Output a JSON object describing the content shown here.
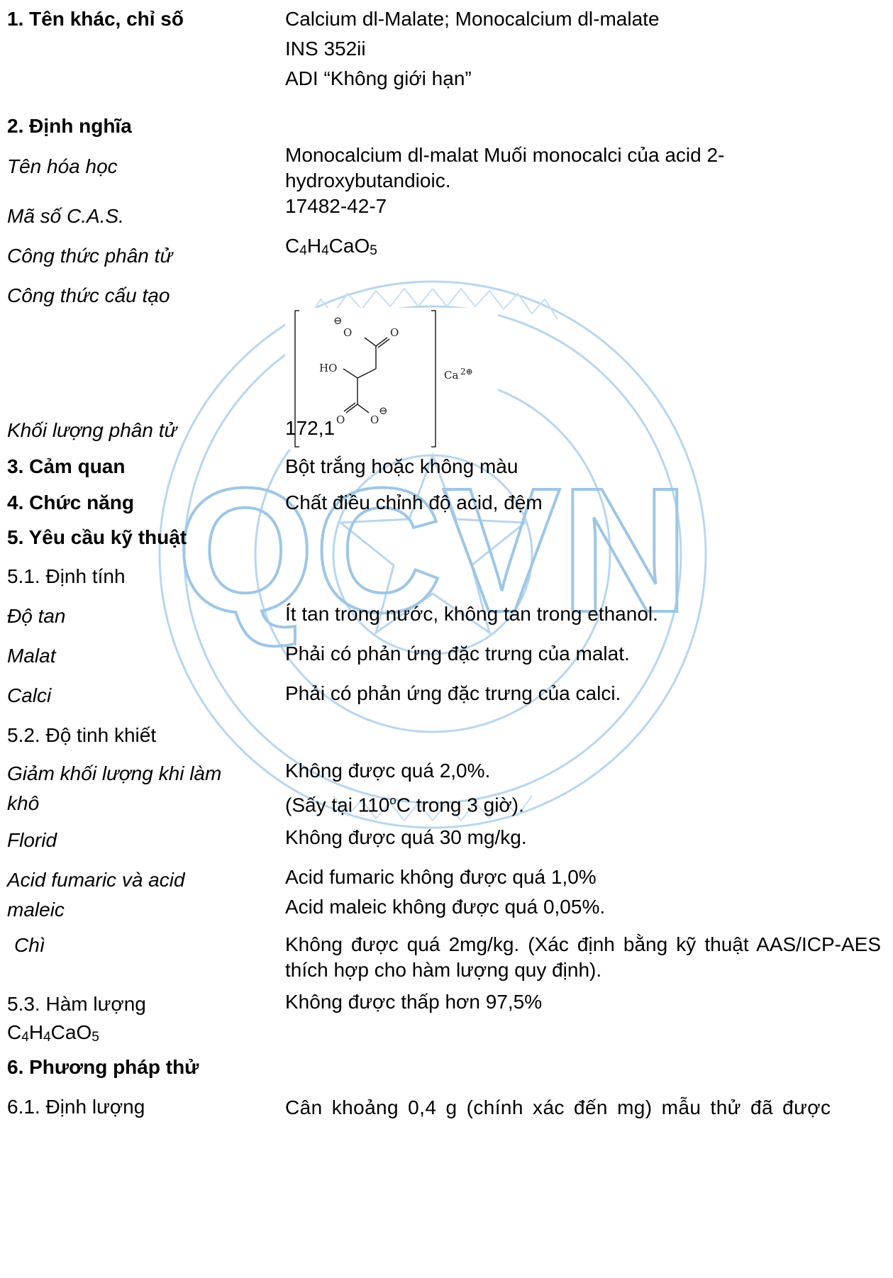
{
  "s1": {
    "label": "1. Tên khác, chỉ số",
    "lines": [
      "Calcium dl-Malate; Monocalcium dl-malate",
      "INS 352ii",
      "ADI “Không giới hạn”"
    ]
  },
  "s2": {
    "label": "2. Định nghĩa"
  },
  "chem_name": {
    "label": "Tên hóa học",
    "value": "Monocalcium dl-malat Muối monocalci của acid 2-hydroxybutandioic."
  },
  "cas": {
    "label": "Mã số C.A.S.",
    "value": "17482-42-7"
  },
  "mol_formula": {
    "label": "Công thức phân tử",
    "parts": [
      "C",
      "4",
      "H",
      "4",
      "CaO",
      "5"
    ]
  },
  "struct_formula": {
    "label": "Công thức cấu tạo",
    "atoms": {
      "o1": "O",
      "o2": "O",
      "o3": "O",
      "o4": "O",
      "ho": "HO",
      "ca": "Ca",
      "ca_charge": "2⊕",
      "minus": "⊖"
    }
  },
  "mol_weight": {
    "label": "Khối lượng phân tử",
    "value": "172,1"
  },
  "s3": {
    "label": "3. Cảm quan",
    "value": "Bột trắng hoặc không màu"
  },
  "s4": {
    "label": "4. Chức năng",
    "value": "Chất điều chỉnh độ acid, đệm"
  },
  "s5": {
    "label": "5. Yêu cầu kỹ thuật"
  },
  "s51": {
    "label": "5.1. Định tính"
  },
  "solubility": {
    "label": "Độ tan",
    "value": "Ít tan trong nước, không tan trong ethanol."
  },
  "malate": {
    "label": "Malat",
    "value": "Phải có phản ứng đặc trưng của malat."
  },
  "calci": {
    "label": "Calci",
    "value": "Phải có phản ứng đặc trưng của calci."
  },
  "s52": {
    "label": "5.2. Độ tinh khiết"
  },
  "loss_drying": {
    "label_lines": [
      "Giảm khối lượng khi làm",
      "khô"
    ],
    "line1": "Không được quá 2,0%.",
    "line2_pre": "(Sấy tại 110",
    "line2_sup": "o",
    "line2_post": "C trong 3 giờ)."
  },
  "fluoride": {
    "label": "Florid",
    "value": "Không được quá 30 mg/kg."
  },
  "fumaric": {
    "label_lines": [
      "Acid fumaric và acid",
      "maleic"
    ],
    "lines": [
      "Acid fumaric không được quá 1,0%",
      "Acid maleic không được quá 0,05%."
    ]
  },
  "lead": {
    "label": "Chì",
    "value": "Không được quá 2mg/kg. (Xác định bằng kỹ thuật AAS/ICP-AES thích hợp cho hàm lượng quy định)."
  },
  "s53": {
    "label_line1": "5.3. Hàm lượng",
    "parts": [
      "C",
      "4",
      "H",
      "4",
      "CaO",
      "5"
    ],
    "value": "Không được thấp hơn 97,5%"
  },
  "s6": {
    "label": "6. Phương pháp thử"
  },
  "s61": {
    "label": "6.1. Định lượng",
    "value": "Cân khoảng 0,4 g (chính xác đến mg) mẫu thử đã được"
  },
  "watermark": {
    "text": "QCVN",
    "color": "#9ec6e6"
  }
}
